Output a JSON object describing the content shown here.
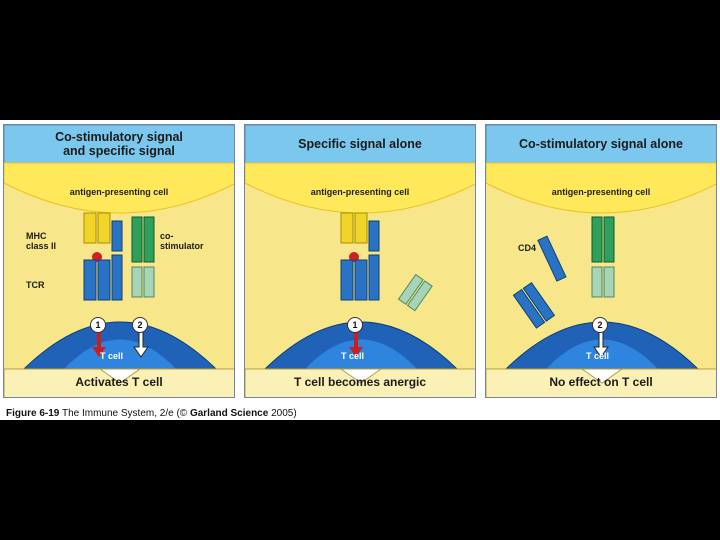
{
  "panels": [
    {
      "title": "Co-stimulatory signal\nand specific signal",
      "apc": "antigen-presenting cell",
      "tcell": "T cell",
      "outcome": "Activates T cell",
      "labels": {
        "mhc": "MHC\nclass II",
        "tcr": "TCR",
        "costim": "co-\nstimulator"
      },
      "signals": [
        "1",
        "2"
      ]
    },
    {
      "title": "Specific signal alone",
      "apc": "antigen-presenting cell",
      "tcell": "T cell",
      "outcome": "T cell becomes anergic",
      "signals": [
        "1"
      ]
    },
    {
      "title": "Co-stimulatory signal alone",
      "apc": "antigen-presenting cell",
      "tcell": "T cell",
      "outcome": "No effect on T cell",
      "labels": {
        "cd4": "CD4"
      },
      "signals": [
        "2"
      ]
    }
  ],
  "caption": {
    "figure": "Figure 6-19",
    "book": "The Immune System, 2/e (©",
    "publisher": "Garland Science",
    "year": "2005)"
  },
  "colors": {
    "header": "#7cc7ee",
    "apc": "#ffe95a",
    "panel_bg": "#f7e78a",
    "tcell": "#1f62b8",
    "receptor": "#2a73c4",
    "mhc": "#f1d42a",
    "costim": "#2f9f5c",
    "cd28": "#a7d3b7",
    "arrow_red": "#c81e1e"
  }
}
